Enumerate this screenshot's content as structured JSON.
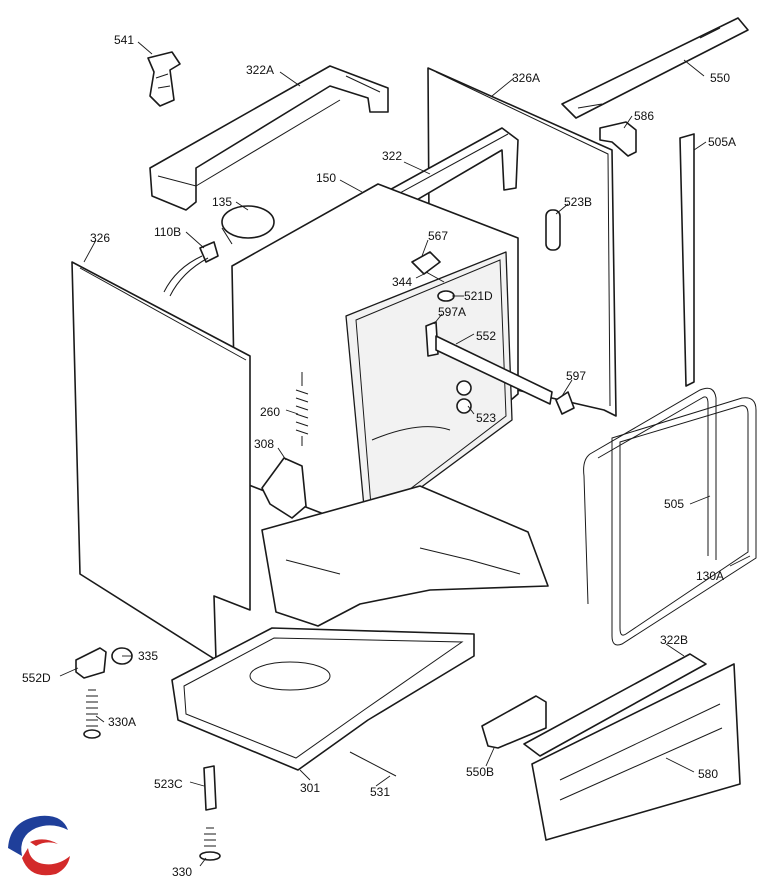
{
  "labels": {
    "l541": "541",
    "l322A": "322A",
    "l326A": "326A",
    "l550": "550",
    "l586": "586",
    "l505A": "505A",
    "l322": "322",
    "l150": "150",
    "l135": "135",
    "l110B": "110B",
    "l523B": "523B",
    "l326": "326",
    "l567": "567",
    "l344": "344",
    "l521D": "521D",
    "l597A": "597A",
    "l552": "552",
    "l597": "597",
    "l523": "523",
    "l260": "260",
    "l308": "308",
    "l505": "505",
    "l130A": "130A",
    "l335": "335",
    "l552D": "552D",
    "l322B": "322B",
    "l330A": "330A",
    "l550B": "550B",
    "l580": "580",
    "l523C": "523C",
    "l301": "301",
    "l531": "531",
    "l330": "330"
  },
  "colors": {
    "logo_blue": "#1f3f9a",
    "logo_red": "#d32a2a",
    "line": "#1a1a1a"
  },
  "logo": {
    "icon": "brand-swoosh-icon"
  }
}
